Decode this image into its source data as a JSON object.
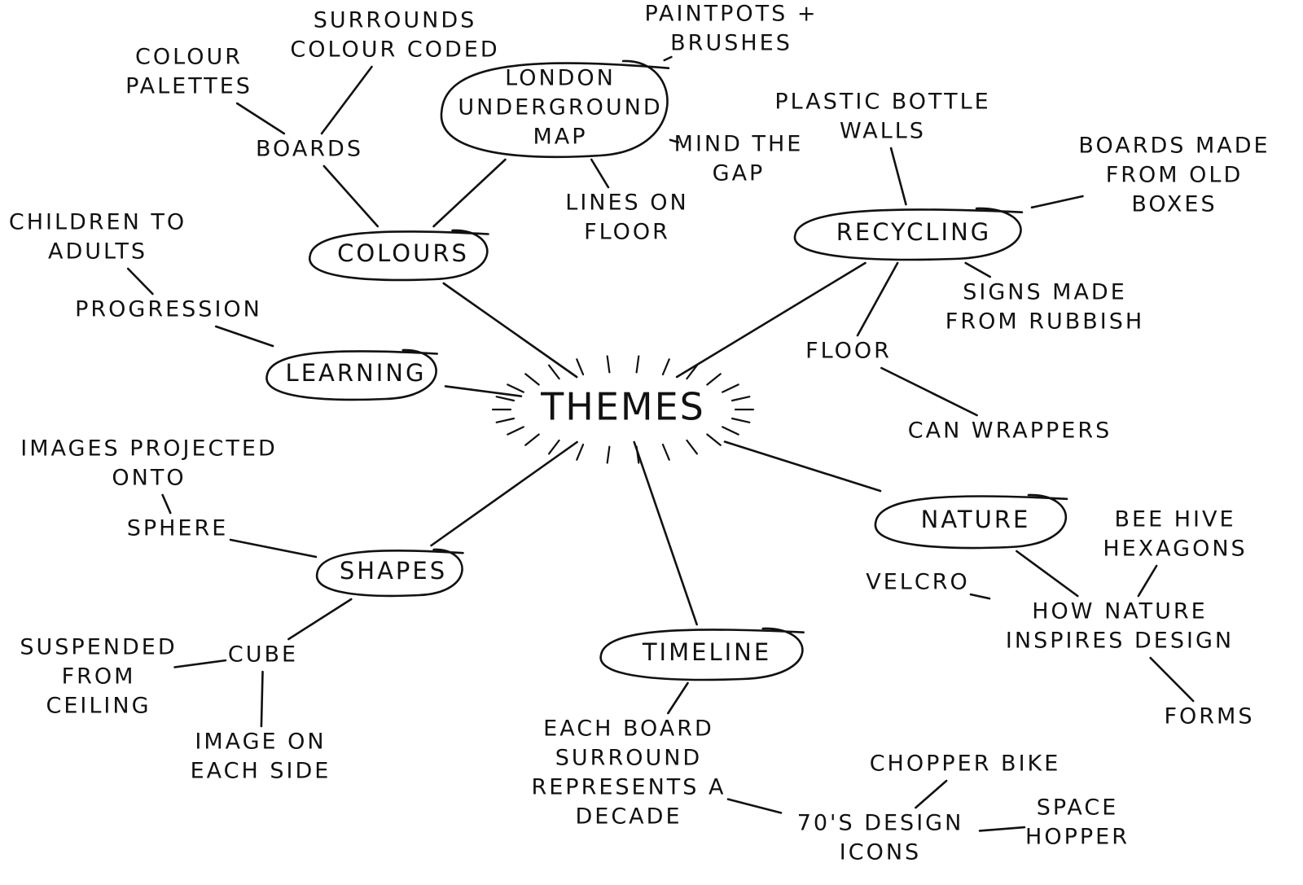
{
  "center": {
    "id": "themes",
    "label": "THEMES"
  },
  "themes": [
    {
      "id": "colours",
      "label": "COLOURS"
    },
    {
      "id": "learning",
      "label": "LEARNING"
    },
    {
      "id": "shapes",
      "label": "SHAPES"
    },
    {
      "id": "timeline",
      "label": "TIMELINE"
    },
    {
      "id": "nature",
      "label": "NATURE"
    },
    {
      "id": "recycling",
      "label": "RECYCLING"
    }
  ],
  "nodes": [
    {
      "id": "boards",
      "lines": [
        "BOARDS"
      ]
    },
    {
      "id": "colour-palettes",
      "lines": [
        "COLOUR",
        "PALETTES"
      ]
    },
    {
      "id": "surrounds",
      "lines": [
        "SURROUNDS",
        "COLOUR CODED"
      ]
    },
    {
      "id": "london",
      "lines": [
        "LONDON",
        "UNDERGROUND",
        "MAP"
      ]
    },
    {
      "id": "paintpots",
      "lines": [
        "PAINTPOTS +",
        "BRUSHES"
      ]
    },
    {
      "id": "mind-gap",
      "lines": [
        "MIND THE",
        "GAP"
      ]
    },
    {
      "id": "lines-floor",
      "lines": [
        "LINES ON",
        "FLOOR"
      ]
    },
    {
      "id": "progression",
      "lines": [
        "PROGRESSION"
      ]
    },
    {
      "id": "children",
      "lines": [
        "CHILDREN TO",
        "ADULTS"
      ]
    },
    {
      "id": "sphere",
      "lines": [
        "SPHERE"
      ]
    },
    {
      "id": "images-projected",
      "lines": [
        "IMAGES PROJECTED",
        "ONTO"
      ]
    },
    {
      "id": "cube",
      "lines": [
        "CUBE"
      ]
    },
    {
      "id": "suspended",
      "lines": [
        "SUSPENDED",
        "FROM",
        "CEILING"
      ]
    },
    {
      "id": "image-side",
      "lines": [
        "IMAGE ON",
        "EACH SIDE"
      ]
    },
    {
      "id": "each-board",
      "lines": [
        "EACH BOARD",
        "SURROUND",
        "REPRESENTS A",
        "DECADE"
      ]
    },
    {
      "id": "design-icons",
      "lines": [
        "70'S  DESIGN",
        "ICONS"
      ]
    },
    {
      "id": "chopper",
      "lines": [
        "CHOPPER  BIKE"
      ]
    },
    {
      "id": "space-hopper",
      "lines": [
        "SPACE",
        "HOPPER"
      ]
    },
    {
      "id": "how-nature",
      "lines": [
        "HOW  NATURE",
        "INSPIRES  DESIGN"
      ]
    },
    {
      "id": "velcro",
      "lines": [
        "VELCRO"
      ]
    },
    {
      "id": "bee-hive",
      "lines": [
        "BEE  HIVE",
        "HEXAGONS"
      ]
    },
    {
      "id": "forms",
      "lines": [
        "FORMS"
      ]
    },
    {
      "id": "plastic",
      "lines": [
        "PLASTIC BOTTLE",
        "WALLS"
      ]
    },
    {
      "id": "boards-boxes",
      "lines": [
        "BOARDS MADE",
        "FROM OLD",
        "BOXES"
      ]
    },
    {
      "id": "signs",
      "lines": [
        "SIGNS MADE",
        "FROM RUBBISH"
      ]
    },
    {
      "id": "floor",
      "lines": [
        "FLOOR"
      ]
    },
    {
      "id": "can-wrappers",
      "lines": [
        "CAN  WRAPPERS"
      ]
    }
  ],
  "edges": [
    [
      "themes",
      "colours"
    ],
    [
      "themes",
      "learning"
    ],
    [
      "themes",
      "shapes"
    ],
    [
      "themes",
      "timeline"
    ],
    [
      "themes",
      "nature"
    ],
    [
      "themes",
      "recycling"
    ],
    [
      "colours",
      "boards"
    ],
    [
      "boards",
      "colour-palettes"
    ],
    [
      "boards",
      "surrounds"
    ],
    [
      "colours",
      "london"
    ],
    [
      "london",
      "paintpots"
    ],
    [
      "london",
      "mind-gap"
    ],
    [
      "london",
      "lines-floor"
    ],
    [
      "learning",
      "progression"
    ],
    [
      "progression",
      "children"
    ],
    [
      "shapes",
      "sphere"
    ],
    [
      "sphere",
      "images-projected"
    ],
    [
      "shapes",
      "cube"
    ],
    [
      "cube",
      "suspended"
    ],
    [
      "cube",
      "image-side"
    ],
    [
      "timeline",
      "each-board"
    ],
    [
      "each-board",
      "design-icons"
    ],
    [
      "design-icons",
      "chopper"
    ],
    [
      "design-icons",
      "space-hopper"
    ],
    [
      "nature",
      "how-nature"
    ],
    [
      "how-nature",
      "velcro"
    ],
    [
      "how-nature",
      "bee-hive"
    ],
    [
      "how-nature",
      "forms"
    ],
    [
      "recycling",
      "plastic"
    ],
    [
      "recycling",
      "boards-boxes"
    ],
    [
      "recycling",
      "signs"
    ],
    [
      "recycling",
      "floor"
    ],
    [
      "floor",
      "can-wrappers"
    ]
  ]
}
